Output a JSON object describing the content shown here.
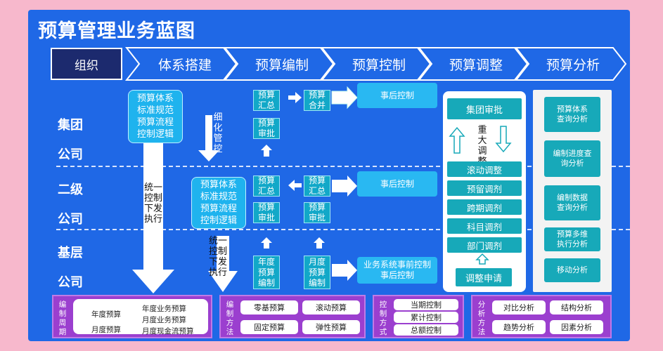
{
  "title": "预算管理业务蓝图",
  "nav": {
    "org": "组织",
    "stages": [
      "体系搭建",
      "预算编制",
      "预算控制",
      "预算调整",
      "预算分析"
    ]
  },
  "levels": {
    "group": [
      "集团",
      "公司"
    ],
    "second": [
      "二级",
      "公司"
    ],
    "base": [
      "基层",
      "公司"
    ]
  },
  "system_box_1": [
    "预算体系",
    "标准规范",
    "预算流程",
    "控制逻辑"
  ],
  "system_box_2": [
    "预算体系",
    "标准规范",
    "预算流程",
    "控制逻辑"
  ],
  "labels": {
    "refine": [
      "细",
      "化",
      "管",
      "控"
    ],
    "unified_1": [
      "统一",
      "控制",
      "下发",
      "执行"
    ],
    "unified_2": [
      "统一",
      "控制",
      "下发",
      "执行"
    ]
  },
  "compile": {
    "group_summary": [
      "预算",
      "汇总"
    ],
    "group_merge": [
      "预算",
      "合并"
    ],
    "group_approve": [
      "预算",
      "审批"
    ],
    "second_summary": [
      "预算",
      "汇总"
    ],
    "second_summary2": [
      "预算",
      "汇总"
    ],
    "second_approve": [
      "预算",
      "审批"
    ],
    "second_approve2": [
      "预算",
      "审批"
    ],
    "annual": [
      "年度",
      "预算",
      "编制"
    ],
    "monthly": [
      "月度",
      "预算",
      "编制"
    ]
  },
  "control": {
    "post_1": "事后控制",
    "post_2": "事后控制",
    "base": [
      "业务系统事前控制",
      "事后控制"
    ]
  },
  "adjust": {
    "group_approve": "集团审批",
    "major": [
      "重",
      "大",
      "调",
      "整"
    ],
    "items": [
      "滚动调整",
      "预留调剂",
      "跨期调剂",
      "科目调剂",
      "部门调剂"
    ],
    "apply": "调整申请"
  },
  "analysis": {
    "items": [
      [
        "预算体系",
        "查询分析"
      ],
      [
        "编制进度查",
        "询分析"
      ],
      [
        "编制数据",
        "查询分析"
      ],
      [
        "预算多维",
        "执行分析"
      ],
      [
        "移动分析"
      ]
    ]
  },
  "bottom": {
    "cycle": {
      "title": [
        "编",
        "制",
        "周",
        "期"
      ],
      "annual": "年度预算",
      "monthly": "月度预算",
      "items": [
        "年度业务预算",
        "月度业务预算",
        "月度现金流预算"
      ]
    },
    "method": {
      "title": [
        "编",
        "制",
        "方",
        "法"
      ],
      "items": [
        "零基预算",
        "滚动预算",
        "固定预算",
        "弹性预算"
      ]
    },
    "control": {
      "title": [
        "控",
        "制",
        "方",
        "式"
      ],
      "items": [
        "当期控制",
        "累计控制",
        "总额控制"
      ]
    },
    "analysis": {
      "title": [
        "分",
        "析",
        "方",
        "法"
      ],
      "items": [
        "对比分析",
        "结构分析",
        "趋势分析",
        "因素分析"
      ]
    }
  },
  "colors": {
    "background": "#1f68e6",
    "teal": "#12a8c8",
    "purple": "#9b3fcf",
    "page": "#f7b8cc"
  }
}
